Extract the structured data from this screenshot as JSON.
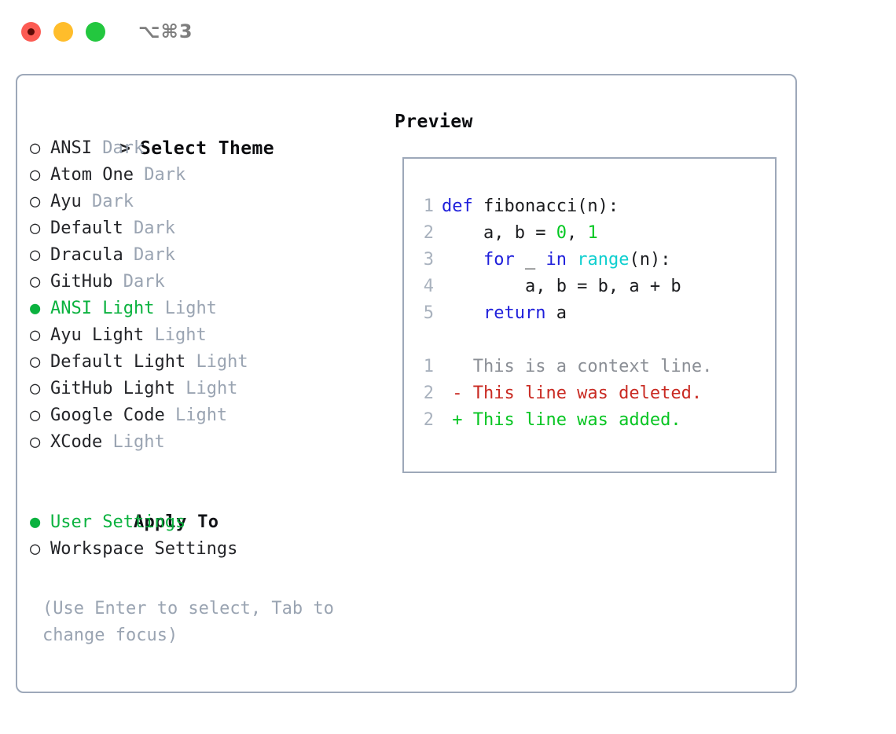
{
  "window": {
    "traffic_lights": [
      "close-red",
      "minimize-yellow",
      "maximize-green"
    ],
    "shortcut": "⌥⌘3"
  },
  "theme_panel": {
    "heading": "Select Theme",
    "caret": ">",
    "marker_unselected": "○",
    "marker_selected": "●",
    "accent_color": "#0bb23f",
    "muted_color": "#9aa4b2",
    "items": [
      {
        "name": "ANSI",
        "kind": "Dark",
        "selected": false
      },
      {
        "name": "Atom One",
        "kind": "Dark",
        "selected": false
      },
      {
        "name": "Ayu",
        "kind": "Dark",
        "selected": false
      },
      {
        "name": "Default",
        "kind": "Dark",
        "selected": false
      },
      {
        "name": "Dracula",
        "kind": "Dark",
        "selected": false
      },
      {
        "name": "GitHub",
        "kind": "Dark",
        "selected": false
      },
      {
        "name": "ANSI Light",
        "kind": "Light",
        "selected": true
      },
      {
        "name": "Ayu Light",
        "kind": "Light",
        "selected": false
      },
      {
        "name": "Default Light",
        "kind": "Light",
        "selected": false
      },
      {
        "name": "GitHub Light",
        "kind": "Light",
        "selected": false
      },
      {
        "name": "Google Code",
        "kind": "Light",
        "selected": false
      },
      {
        "name": "XCode",
        "kind": "Light",
        "selected": false
      }
    ]
  },
  "apply_to": {
    "label": "Apply To",
    "options": [
      {
        "name": "User Settings",
        "selected": true
      },
      {
        "name": "Workspace Settings",
        "selected": false
      }
    ]
  },
  "hint": {
    "line1": "(Use Enter to select, Tab to",
    "line2": "change focus)"
  },
  "preview": {
    "title": "Preview",
    "code": [
      {
        "n": "1",
        "tokens": [
          {
            "t": "def ",
            "c": "kw"
          },
          {
            "t": "fibonacci(n):",
            "c": "plain"
          }
        ]
      },
      {
        "n": "2",
        "tokens": [
          {
            "t": "    a, b = ",
            "c": "plain"
          },
          {
            "t": "0",
            "c": "num"
          },
          {
            "t": ", ",
            "c": "plain"
          },
          {
            "t": "1",
            "c": "num"
          }
        ]
      },
      {
        "n": "3",
        "tokens": [
          {
            "t": "    ",
            "c": "plain"
          },
          {
            "t": "for",
            "c": "kw"
          },
          {
            "t": " _ ",
            "c": "plain"
          },
          {
            "t": "in",
            "c": "kw"
          },
          {
            "t": " ",
            "c": "plain"
          },
          {
            "t": "range",
            "c": "fn"
          },
          {
            "t": "(n):",
            "c": "plain"
          }
        ]
      },
      {
        "n": "4",
        "tokens": [
          {
            "t": "        a, b = b, a + b",
            "c": "plain"
          }
        ]
      },
      {
        "n": "5",
        "tokens": [
          {
            "t": "    ",
            "c": "plain"
          },
          {
            "t": "return",
            "c": "kw"
          },
          {
            "t": " a",
            "c": "plain"
          }
        ]
      },
      {
        "n": "",
        "tokens": [
          {
            "t": " ",
            "c": "plain"
          }
        ]
      },
      {
        "n": "1",
        "tokens": [
          {
            "t": "   This is a context line.",
            "c": "ctx"
          }
        ]
      },
      {
        "n": "2",
        "tokens": [
          {
            "t": " - This line was deleted.",
            "c": "del"
          }
        ]
      },
      {
        "n": "2",
        "tokens": [
          {
            "t": " + This line was added.",
            "c": "add"
          }
        ]
      }
    ]
  }
}
